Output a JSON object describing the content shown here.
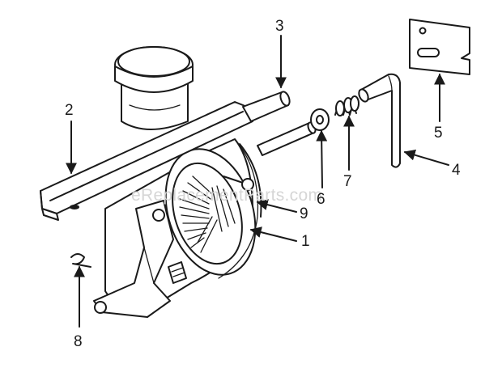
{
  "watermark": "eReplacementParts.com",
  "callouts": [
    {
      "id": "1",
      "label": "1"
    },
    {
      "id": "2",
      "label": "2"
    },
    {
      "id": "3",
      "label": "3"
    },
    {
      "id": "4",
      "label": "4"
    },
    {
      "id": "5",
      "label": "5"
    },
    {
      "id": "6",
      "label": "6"
    },
    {
      "id": "7",
      "label": "7"
    },
    {
      "id": "8",
      "label": "8"
    },
    {
      "id": "9",
      "label": "9"
    }
  ]
}
